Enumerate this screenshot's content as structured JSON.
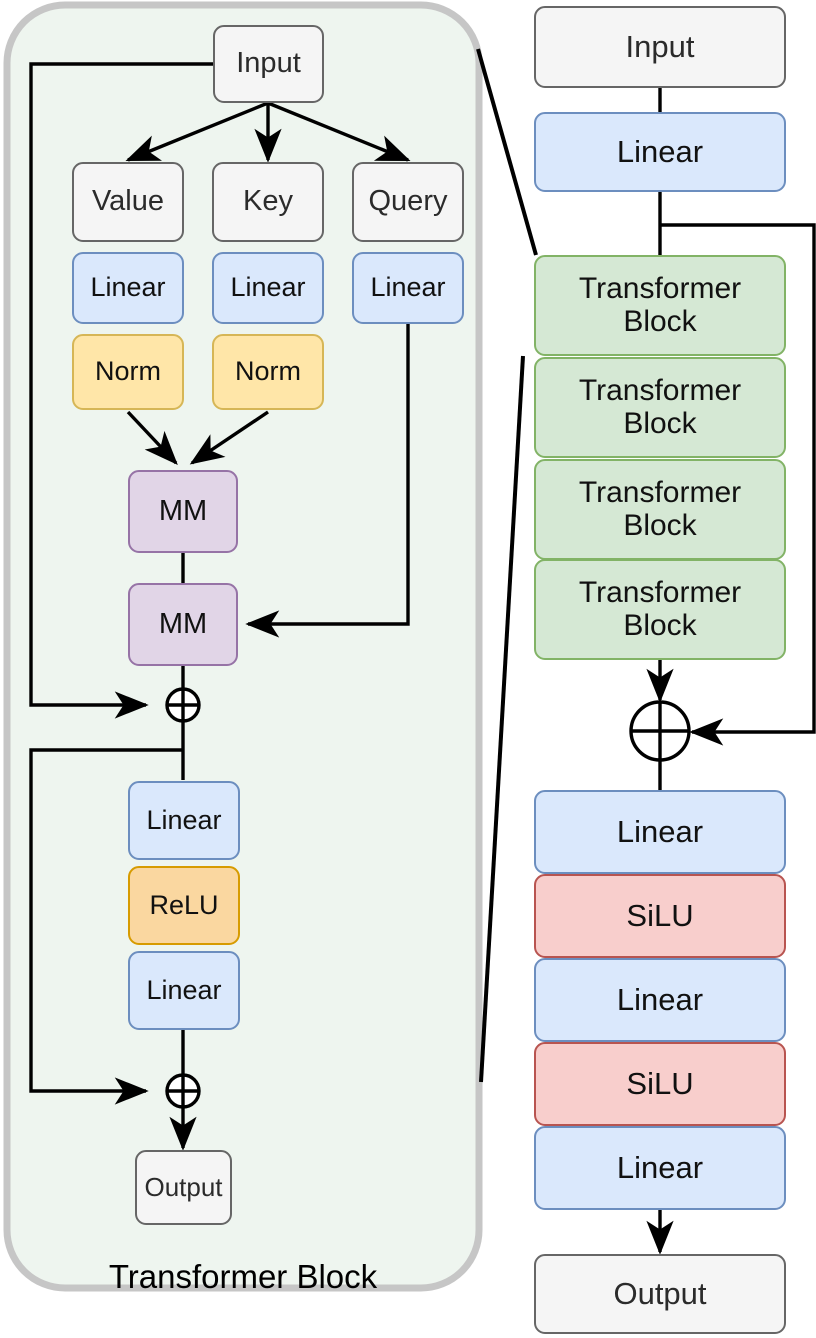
{
  "diagram": {
    "title": "Transformer architecture block diagram",
    "colors": {
      "plain_fill": "#f5f5f5",
      "plain_stroke": "#666666",
      "blue_fill": "#dae8fc",
      "blue_stroke": "#6c8ebf",
      "yellow_fill": "#ffe6a8",
      "yellow_stroke": "#d6b656",
      "purple_fill": "#e1d5e7",
      "purple_stroke": "#9673a6",
      "orange_fill": "#fad7a0",
      "orange_stroke": "#d79b00",
      "green_fill": "#d5e8d4",
      "green_stroke": "#82b366",
      "red_fill": "#f8cecc",
      "red_stroke": "#b85450",
      "container_fill": "#eef5ef",
      "container_stroke": "#c6c6c6",
      "edge": "#000000"
    },
    "left_panel": {
      "caption": "Transformer Block",
      "input": "Input",
      "branches": [
        {
          "head": "Value",
          "linear": "Linear",
          "norm": "Norm"
        },
        {
          "head": "Key",
          "linear": "Linear",
          "norm": "Norm"
        },
        {
          "head": "Query",
          "linear": "Linear"
        }
      ],
      "matmul_1": "MM",
      "matmul_2": "MM",
      "add_1": "⊕",
      "ffn": [
        "Linear",
        "ReLU",
        "Linear"
      ],
      "add_2": "⊕",
      "output": "Output"
    },
    "right_panel": {
      "input": "Input",
      "linear_in": "Linear",
      "transformer_blocks": [
        "Transformer Block",
        "Transformer Block",
        "Transformer Block",
        "Transformer Block"
      ],
      "add": "⊕",
      "head_stack": [
        "Linear",
        "SiLU",
        "Linear",
        "SiLU",
        "Linear"
      ],
      "output": "Output"
    }
  }
}
